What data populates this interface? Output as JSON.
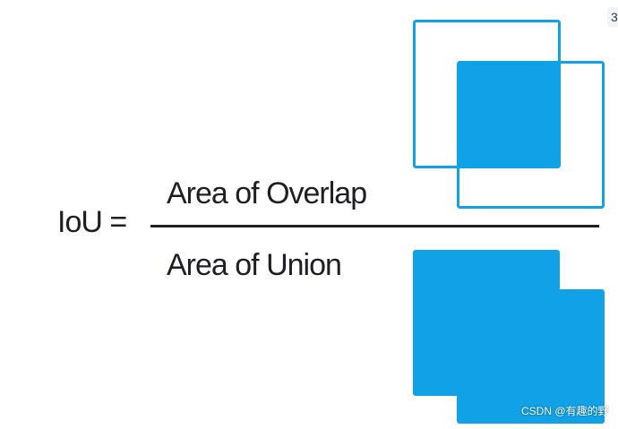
{
  "formula": {
    "lhs": "IoU =",
    "numerator": "Area of Overlap",
    "denominator": "Area of Union"
  },
  "watermark": "CSDN @有趣的野",
  "corner_mark": "3",
  "colors": {
    "shape_blue": "#10a1e6",
    "text": "#1e1e24",
    "background": "#ffffff"
  }
}
